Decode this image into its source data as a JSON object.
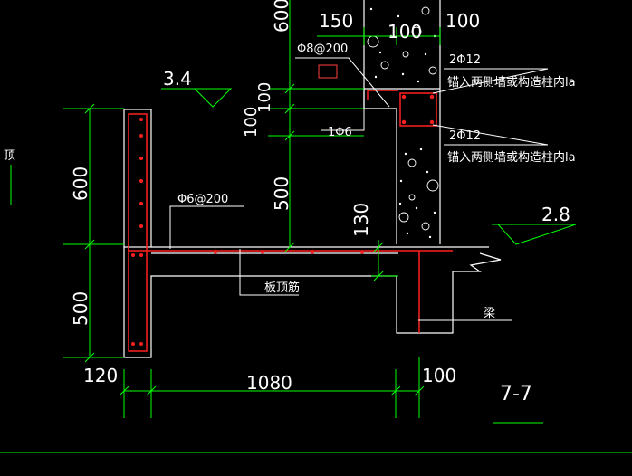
{
  "colors": {
    "background": "#000000",
    "dimension": "#00ff00",
    "concrete": "#ffffff",
    "rebar": "#ff0000",
    "text": "#ffffff"
  },
  "labels": {
    "dim_600_top": "600",
    "dim_150": "150",
    "dim_100_a": "100",
    "dim_100_b": "100",
    "stirrup_top": "Φ8@200",
    "elev_3_4": "3.4",
    "dim_100_vert_a": "100",
    "dim_100_vert_b": "100",
    "one_phi6": "1Φ6",
    "rebar_2phi12_a": "2Φ12",
    "anchor_note_a": "锚入两侧墙或构造柱内la",
    "rebar_2phi12_b": "2Φ12",
    "anchor_note_b": "锚入两侧墙或构造柱内la",
    "side_note": "顶",
    "dim_600_left": "600",
    "stirrup_slab": "Φ6@200",
    "dim_500_mid": "500",
    "dim_130": "130",
    "elev_2_8": "2.8",
    "slab_top_bar": "板顶筋",
    "beam": "梁",
    "dim_500_left": "500",
    "dim_120": "120",
    "dim_1080": "1080",
    "dim_100_bottom": "100",
    "section_title": "7-7"
  }
}
